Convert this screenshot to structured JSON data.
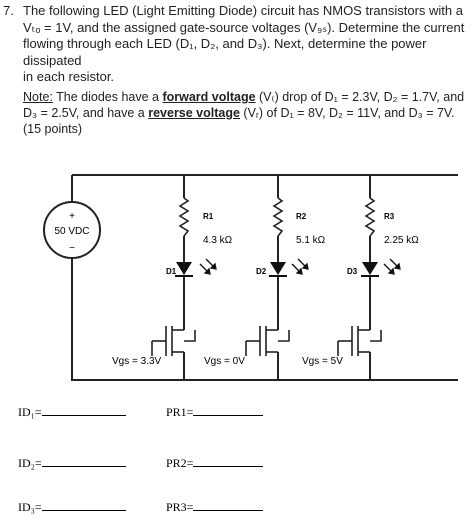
{
  "question": {
    "number": "7.",
    "line1": "The following LED (Light Emitting Diode) circuit has NMOS transistors with a",
    "line2": "Vₜₒ = 1V, and the assigned gate-source voltages (V₉ₛ).  Determine the current",
    "line3": "flowing through each LED (D₁, D₂, and D₃).  Next, determine the power dissipated",
    "line4": "in each resistor."
  },
  "note": {
    "label": "Note:",
    "part1": " The diodes have a ",
    "forward_voltage": "forward voltage",
    "part2": " (V₍) drop of D₁ = 2.3V, D₂ = 1.7V, and",
    "part3": "D₃ = 2.5V, and have a ",
    "reverse_voltage": "reverse voltage",
    "part4": " (Vᵣ) of D₁ = 8V, D₂ = 11V, and D₃ = 7V.",
    "points": "(15 points)"
  },
  "circuit": {
    "source_label": "50 VDC",
    "source_plus": "+",
    "source_minus": "−",
    "resistors": [
      {
        "name": "R1",
        "value": "4.3 kΩ"
      },
      {
        "name": "R2",
        "value": "5.1 kΩ"
      },
      {
        "name": "R3",
        "value": "2.25 kΩ"
      }
    ],
    "diodes": [
      "D1",
      "D2",
      "D3"
    ],
    "vgs": [
      "Vgs = 3.3V",
      "Vgs = 0V",
      "Vgs = 5V"
    ]
  },
  "answers": {
    "id1": "ID₁=",
    "id2": "ID₂=",
    "id3": "ID₃=",
    "pr1": "PR1=",
    "pr2": "PR2=",
    "pr3": "PR3="
  }
}
